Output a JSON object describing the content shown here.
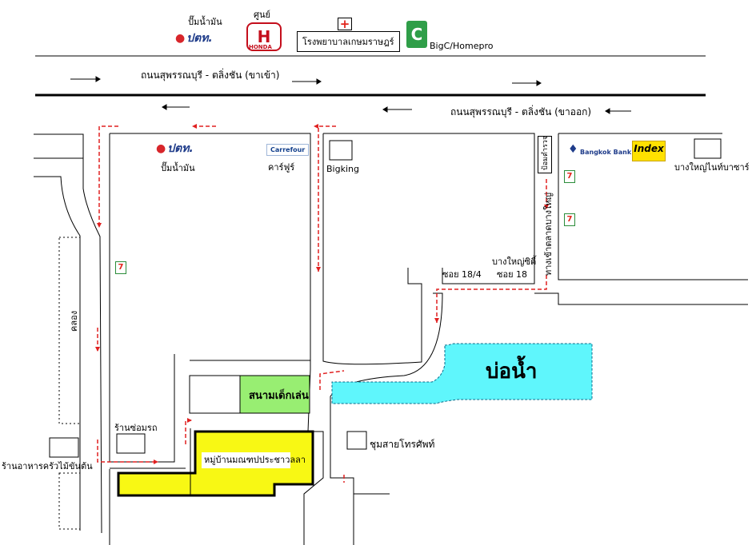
{
  "landmarks_top": {
    "ptt_caption": "ปั๊มน้ำมัน",
    "ptt_logo": "ปตท.",
    "honda_caption": "ศูนย์",
    "honda_logo": "HONDA",
    "hospital": "โรงพยาบาลเกษมราษฎร์",
    "bigc": "BigC/Homepro"
  },
  "roads": {
    "inbound": "ถนนสุพรรณบุรี - ตลิ่งชัน (ขาเข้า)",
    "outbound": "ถนนสุพรรณบุรี - ตลิ่งชัน (ขาออก)",
    "canal": "คลอง",
    "soi_18_4": "ซอย 18/4",
    "soi_18": "ซอย 18",
    "market_road": "ทางเข้าตลาดบางใหญ่"
  },
  "places": {
    "ptt_logo": "ปตท.",
    "ptt_caption": "ปั๊มน้ำมัน",
    "carrefour_logo": "Carrefour",
    "carrefour": "คาร์ฟูร์",
    "bigking": "Bigking",
    "police": "ป้อมตำรวจ",
    "bangkok_bank": "Bangkok Bank",
    "index_logo": "Index",
    "bangyai_bazaar": "บางใหญ่ไนท์บาซาร์",
    "bangyai_city": "บางใหญ่ซิตี้",
    "seven_eleven": "7",
    "pond": "บ่อน้ำ",
    "playground": "สนามเด็กเล่น",
    "car_repair": "ร้านซ่อมรถ",
    "village": "หมู่บ้านมณฑปประชาวลลา",
    "phone_exchange": "ชุมสายโทรศัพท์",
    "restaurant": "ร้านอาหารครัวไม้ขันต้น"
  },
  "colors": {
    "pond": "#5ff6fc",
    "playground": "#98ee72",
    "village": "#f8f814",
    "route": "#e02020"
  }
}
